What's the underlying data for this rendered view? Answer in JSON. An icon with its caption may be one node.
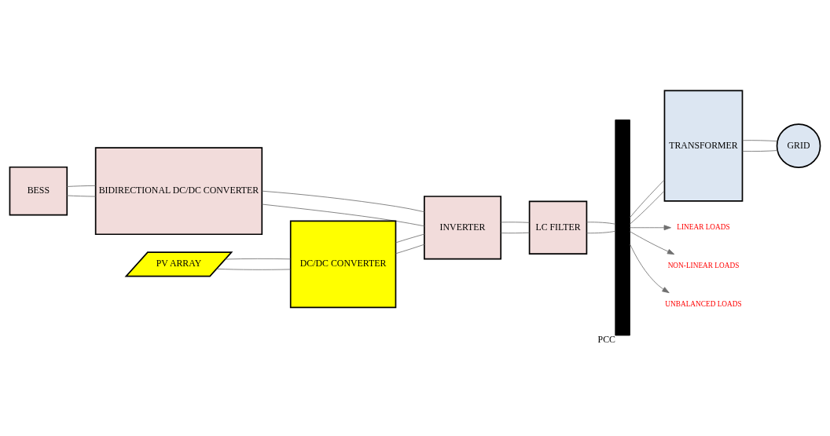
{
  "diagram": {
    "nodes": [
      {
        "text": [
          "BESS"
        ]
      },
      {
        "text": [
          "BIDIRECTIONAL DC/DC CONVERTER"
        ]
      },
      {
        "text": [
          "INVERTER"
        ]
      },
      {
        "text": [
          "LC FILTER"
        ]
      },
      {
        "text": [
          "PCC"
        ]
      },
      {
        "text": [
          "TRANSFORMER"
        ]
      },
      {
        "text": [
          "GRID"
        ]
      },
      {
        "text": [
          "PV ARRAY"
        ]
      },
      {
        "text": [
          "DC/DC CONVERTER"
        ]
      },
      {
        "text": [
          "LINEAR LOADS"
        ]
      },
      {
        "text": [
          "NON-LINEAR LOADS"
        ]
      },
      {
        "text": [
          "UNBALANCED LOADS"
        ]
      }
    ],
    "edges": [
      {
        "from": 0,
        "to": 1,
        "arrow": "none"
      },
      {
        "from": 0,
        "to": 1,
        "arrow": "none"
      },
      {
        "from": 1,
        "to": 2,
        "arrow": "none"
      },
      {
        "from": 1,
        "to": 2,
        "arrow": "none"
      },
      {
        "from": 2,
        "to": 3,
        "arrow": "none"
      },
      {
        "from": 2,
        "to": 3,
        "arrow": "none"
      },
      {
        "from": 3,
        "to": 4,
        "arrow": "none"
      },
      {
        "from": 3,
        "to": 4,
        "arrow": "none"
      },
      {
        "from": 4,
        "to": 5,
        "arrow": "none"
      },
      {
        "from": 4,
        "to": 5,
        "arrow": "none"
      },
      {
        "from": 5,
        "to": 6,
        "arrow": "none"
      },
      {
        "from": 5,
        "to": 6,
        "arrow": "none"
      },
      {
        "from": 7,
        "to": 8,
        "arrow": "none"
      },
      {
        "from": 7,
        "to": 8,
        "arrow": "none"
      },
      {
        "from": 8,
        "to": 2,
        "arrow": "none"
      },
      {
        "from": 8,
        "to": 2,
        "arrow": "none"
      },
      {
        "from": 4,
        "to": 9,
        "arrow": "to"
      },
      {
        "from": 4,
        "to": 10,
        "arrow": "to"
      },
      {
        "from": 4,
        "to": 11,
        "arrow": "to"
      }
    ]
  }
}
